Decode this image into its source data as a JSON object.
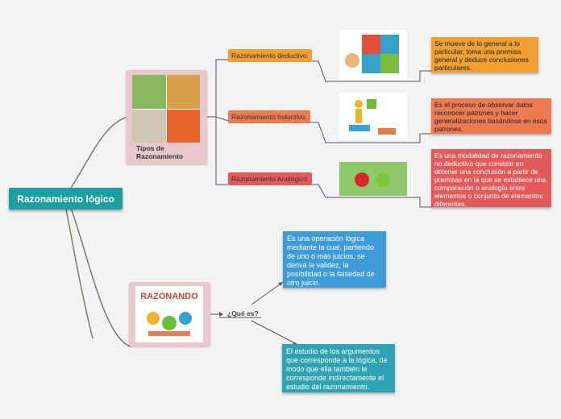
{
  "root": {
    "label": "Razonamiento lógico"
  },
  "tipos": {
    "caption_line1": "Tipos de",
    "caption_line2": "Razonamiento"
  },
  "branches": [
    {
      "label": "Razonamiento deductivo.",
      "description": "Se mueve de lo general a lo particular, toma una premisa general y deduce conclusiones particulares."
    },
    {
      "label": "Razonamiento Inductivo.",
      "description": "Es el proceso de observar datos reconocer patrones y hacer generalizaciones basándose en esos patrones."
    },
    {
      "label": "Razonamiento Analógico.",
      "description": "Es una modalidad de razonamiento no deductivo que consiste en obtener una conclusión a partir de premisas en la que se establece una comparación o analogía entre elementos o conjunto de elementos diferentes."
    }
  ],
  "razonando": {
    "image_text": "RAZONANDO"
  },
  "que_es": {
    "label": "¿Qué es?",
    "answer1": "Es una operación lógica mediante la cual, partiendo de uno o más juicios, se deriva la validez, la posibilidad o la falsedad de otro juicio.",
    "answer2": "El estudio de los argumentos que corresponde a la lógica, de modo que ella  también le corresponde indirectamente el estudio del razonamiento."
  }
}
